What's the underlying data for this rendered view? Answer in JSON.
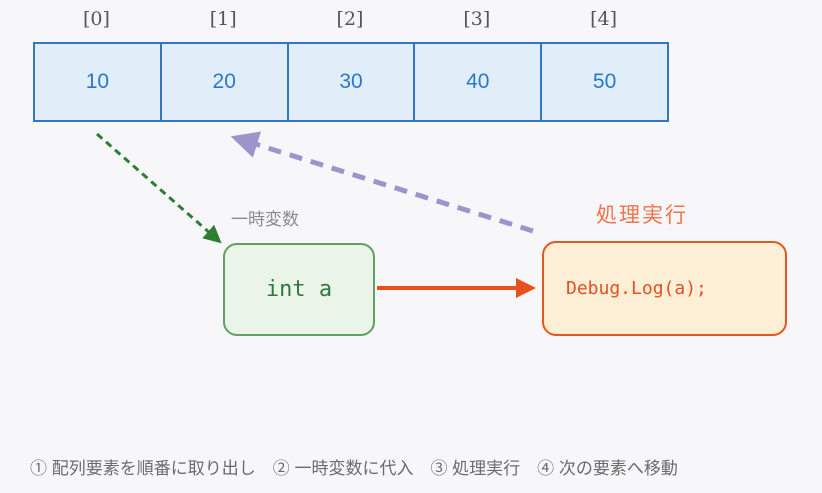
{
  "array": {
    "indices": [
      "[0]",
      "[1]",
      "[2]",
      "[3]",
      "[4]"
    ],
    "values": [
      "10",
      "20",
      "30",
      "40",
      "50"
    ],
    "cell_fill": "#e1eef9",
    "border_color": "#3377c2",
    "value_color": "#2878d0",
    "index_color": "#54545c"
  },
  "temp_var": {
    "label": "一時変数",
    "code": "int a",
    "fill": "#eaf4e8",
    "border_color": "#60a060",
    "text_color": "#31793c",
    "label_color": "#8a8a8a"
  },
  "process": {
    "label": "処理実行",
    "code": "Debug.Log(a);",
    "fill": "#fdeed6",
    "border_color": "#e4571e",
    "text_color": "#e2511f",
    "label_color": "#f3714b"
  },
  "arrows": {
    "extract": {
      "meaning": "array-element-to-temp-variable",
      "style": "dashed",
      "color": "#2e7d32"
    },
    "next_element": {
      "meaning": "back-to-next-array-element",
      "style": "dashed",
      "color": "#9b95cb"
    },
    "execute": {
      "meaning": "temp-variable-to-process",
      "style": "solid",
      "color": "#e8501d"
    }
  },
  "caption": "① 配列要素を順番に取り出し　② 一時変数に代入　③ 処理実行　④ 次の要素へ移動"
}
